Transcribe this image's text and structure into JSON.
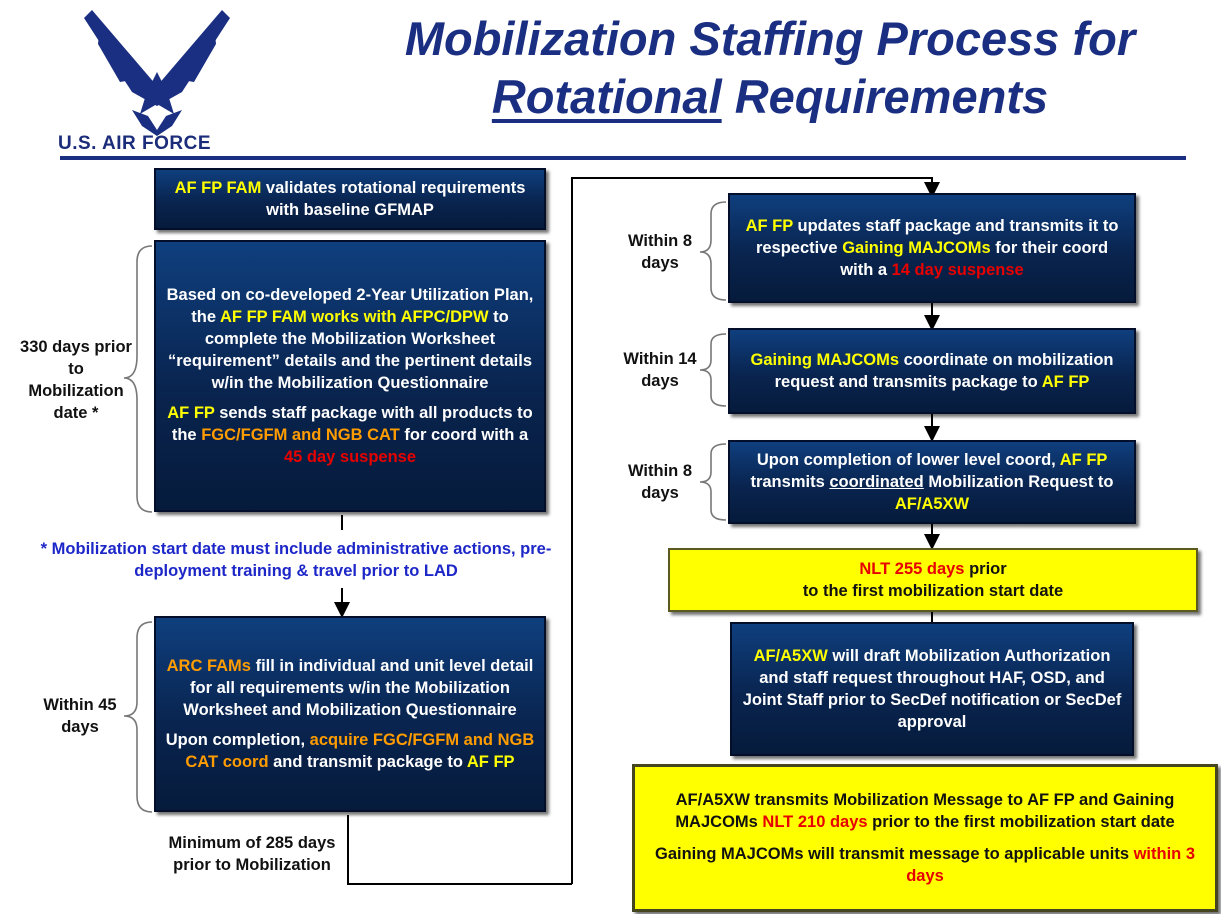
{
  "header": {
    "logo_text": "U.S. AIR FORCE",
    "title_line1": "Mobilization Staffing Process for",
    "title_emph": "Rotational",
    "title_rest": " Requirements"
  },
  "left": {
    "box1": {
      "a": "AF FP FAM",
      "b": " validates rotational requirements with baseline GFMAP"
    },
    "box2": {
      "p1_a": "Based on co-developed 2-Year Utilization Plan, the ",
      "p1_b": "AF FP FAM works with AFPC/DPW",
      "p1_c": " to complete the Mobilization Worksheet “requirement” details and the pertinent details w/in the Mobilization Questionnaire",
      "p2_a": "AF FP",
      "p2_b": " sends staff package with all products to the ",
      "p2_c": "FGC/FGFM and NGB CAT",
      "p2_d": " for coord with a ",
      "p2_e": "45 day suspense"
    },
    "label_330": "330 days prior to Mobilization date *",
    "note": "* Mobilization start date must include administrative actions, pre-deployment training & travel prior to LAD",
    "box3": {
      "p1_a": "ARC FAMs",
      "p1_b": " fill in individual and unit level detail for all requirements w/in the Mobilization  Worksheet and Mobilization Questionnaire",
      "p2_a": "Upon completion, ",
      "p2_b": "acquire FGC/FGFM and NGB CAT coord",
      "p2_c": " and transmit package to ",
      "p2_d": " AF FP"
    },
    "label_45": "Within 45 days",
    "label_285": "Minimum of 285 days prior to Mobilization"
  },
  "right": {
    "box4": {
      "a": "AF FP",
      "b": " updates staff package and transmits it to respective ",
      "c": "Gaining MAJCOMs",
      "d": " for their coord with a ",
      "e": "14 day suspense"
    },
    "label_8a": "Within 8 days",
    "box5": {
      "a": "Gaining MAJCOMs",
      "b": " coordinate on mobilization request and transmits package to ",
      "c": "AF FP"
    },
    "label_14": "Within 14 days",
    "box6": {
      "a": "Upon completion of lower level coord, ",
      "b": "AF FP",
      "c": " transmits ",
      "d": "coordinated",
      "e": " Mobilization Request to ",
      "f": "AF/A5XW"
    },
    "label_8b": "Within 8 days",
    "yellow1": {
      "a": "NLT 255 days",
      "b": " prior",
      "c": "to the first mobilization start date"
    },
    "box7": {
      "a": "AF/A5XW",
      "b": " will draft Mobilization Authorization and staff request throughout  HAF, OSD, and Joint Staff prior to SecDef notification or SecDef approval"
    },
    "yellow2": {
      "p1_a": "AF/A5XW transmits Mobilization Message to AF FP and Gaining MAJCOMs ",
      "p1_b": "NLT 210 days",
      "p1_c": " prior to the first mobilization start date",
      "p2_a": "Gaining MAJCOMs will transmit message to applicable units ",
      "p2_b": "within 3 days"
    }
  },
  "colors": {
    "navy": "#1a2e82",
    "box_blue": "#0a2a58",
    "highlight_yellow": "#ffff00",
    "highlight_orange": "#ff9c00",
    "alert_red": "#e60000",
    "note_blue": "#1d27c8"
  }
}
